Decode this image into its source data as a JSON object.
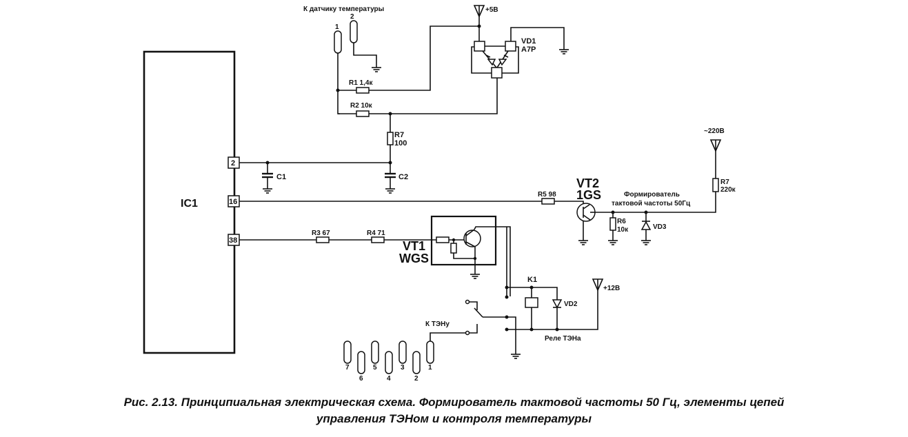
{
  "ic": {
    "label": "IC1",
    "pins": [
      "2",
      "16",
      "38"
    ]
  },
  "temp_sensor": {
    "label": "К датчику температуры",
    "pins": [
      "1",
      "2"
    ]
  },
  "supplies": {
    "v5": "+5В",
    "v12": "+12В",
    "v220": "~220В"
  },
  "components": {
    "VD1": {
      "name": "VD1",
      "value": "A7P"
    },
    "R1": {
      "name": "R1",
      "value": "1,4к",
      "full": "R1 1,4к"
    },
    "R2": {
      "name": "R2",
      "value": "10к",
      "full": "R2 10к"
    },
    "R7a": {
      "name": "R7",
      "value": "100"
    },
    "C1": {
      "name": "C1"
    },
    "C2": {
      "name": "C2"
    },
    "R5": {
      "full": "R5 98"
    },
    "VT2": {
      "name": "VT2",
      "value": "1GS"
    },
    "R6": {
      "name": "R6",
      "value": "10к"
    },
    "VD3": {
      "name": "VD3"
    },
    "R7b": {
      "name": "R7",
      "value": "220к"
    },
    "R3": {
      "full": "R3 67"
    },
    "R4": {
      "full": "R4 71"
    },
    "VT1": {
      "name": "VT1",
      "value": "WGS"
    },
    "K1": {
      "name": "K1"
    },
    "VD2": {
      "name": "VD2"
    }
  },
  "annotations": {
    "clock_former_line1": "Формирователь",
    "clock_former_line2": "тактовой частоты 50Гц",
    "relay": "Реле ТЭНа",
    "heater": "К ТЭНу"
  },
  "connector_pins": [
    "7",
    "6",
    "5",
    "4",
    "3",
    "2",
    "1"
  ],
  "caption": {
    "line1": "Рис. 2.13. Принципиальная электрическая схема. Формирователь тактовой частоты 50 Гц, элементы цепей",
    "line2": "управления ТЭНом и контроля температуры"
  }
}
